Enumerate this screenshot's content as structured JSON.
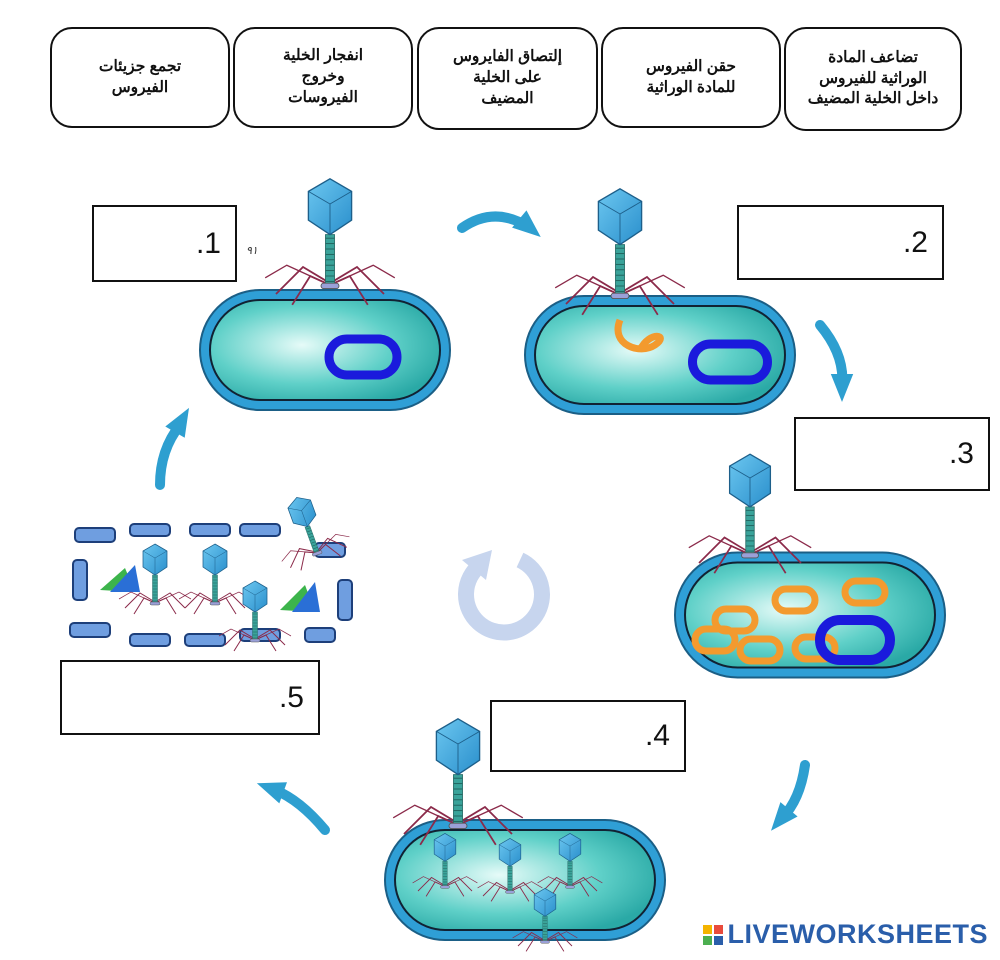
{
  "stages": [
    {
      "label": "تجمع جزيئات\nالفيروس"
    },
    {
      "label": "انفجار الخلية\nوخروج\nالفيروسات"
    },
    {
      "label": "إلتصاق الفايروس\nعلى الخلية\nالمضيف"
    },
    {
      "label": "حقن الفيروس\nللمادة الوراثية"
    },
    {
      "label": "تضاعف المادة\nالوراثية للفيروس\nداخل الخلية المضيف"
    }
  ],
  "answers": [
    {
      "number": ".1",
      "value": ""
    },
    {
      "number": ".2",
      "value": ""
    },
    {
      "number": ".3",
      "value": ""
    },
    {
      "number": ".4",
      "value": ""
    },
    {
      "number": ".5",
      "value": ""
    }
  ],
  "scribble": "٩١",
  "logo": {
    "text": "LIVEWORKSHEETS",
    "colors": [
      "#f4b400",
      "#e94b3c",
      "#4caf50",
      "#2a5eaa"
    ]
  },
  "colors": {
    "cell_outer": "#2f9fd6",
    "cell_inner": "#3cc0c0",
    "dna_host": "#1a1adc",
    "dna_virus": "#f39a2e",
    "arrow": "#2e9fd0",
    "phage_head": "#3aa6dd"
  }
}
